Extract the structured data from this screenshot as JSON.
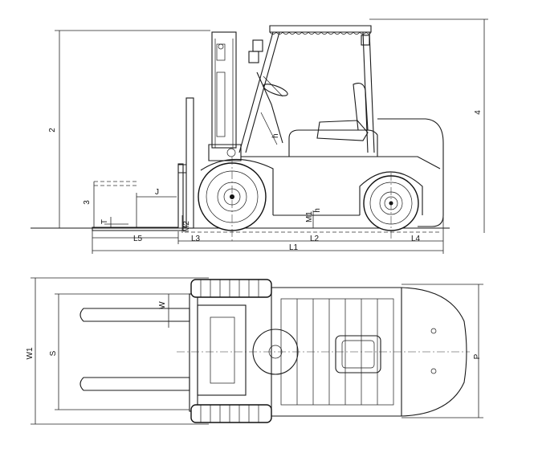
{
  "labels": {
    "dim_2": "2",
    "dim_3": "3",
    "dim_4": "4",
    "dim_J": "J",
    "dim_T": "T",
    "dim_L5": "L5",
    "dim_M2": "M2",
    "dim_L3": "L3",
    "dim_L1": "L1",
    "dim_L2": "L2",
    "dim_L4": "L4",
    "dim_M1": "M1",
    "dim_h_mast": "h",
    "dim_h_ground": "h",
    "dim_W": "W",
    "dim_W1": "W1",
    "dim_S": "S",
    "dim_P": "P"
  },
  "icons": [
    "forklift-side-view",
    "forklift-top-view"
  ]
}
